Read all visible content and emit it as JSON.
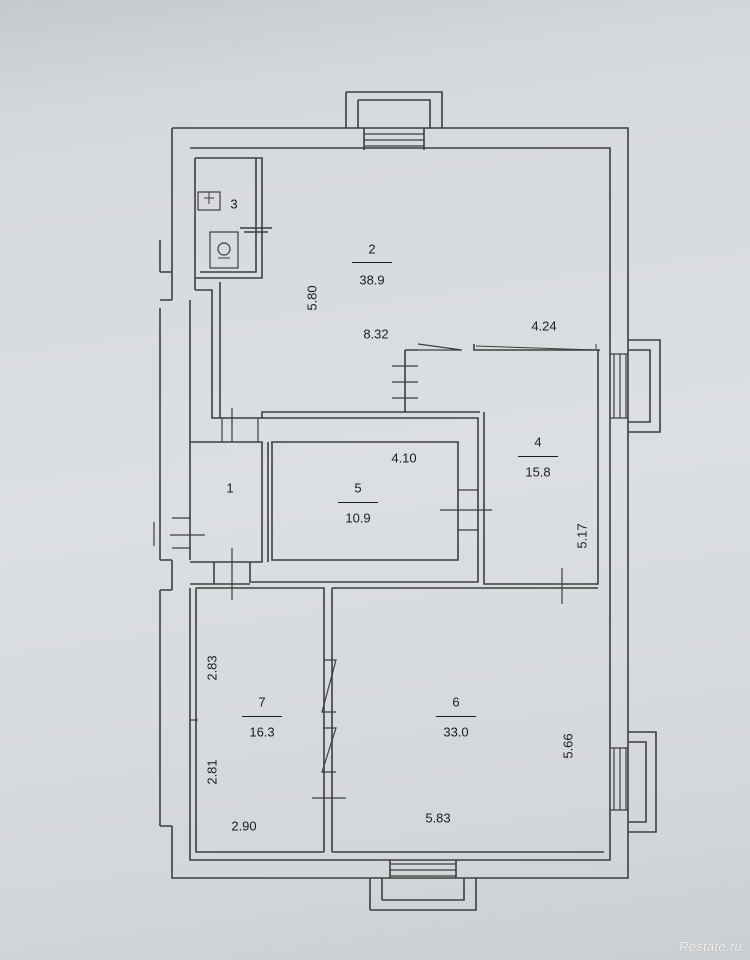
{
  "rooms": [
    {
      "id": "room-1",
      "number": "1",
      "area": ""
    },
    {
      "id": "room-2",
      "number": "2",
      "area": "38.9"
    },
    {
      "id": "room-3",
      "number": "3",
      "area": ""
    },
    {
      "id": "room-4",
      "number": "4",
      "area": "15.8"
    },
    {
      "id": "room-5",
      "number": "5",
      "area": "10.9"
    },
    {
      "id": "room-6",
      "number": "6",
      "area": "33.0"
    },
    {
      "id": "room-7",
      "number": "7",
      "area": "16.3"
    }
  ],
  "dimensions": {
    "d_580": "5.80",
    "d_832": "8.32",
    "d_424": "4.24",
    "d_410": "4.10",
    "d_517": "5.17",
    "d_283": "2.83",
    "d_281": "2.81",
    "d_290": "2.90",
    "d_583": "5.83",
    "d_566": "5.66"
  },
  "watermark": "Restate.ru",
  "colors": {
    "paper": "#dcdfe2",
    "ink": "#3a3a3a"
  }
}
